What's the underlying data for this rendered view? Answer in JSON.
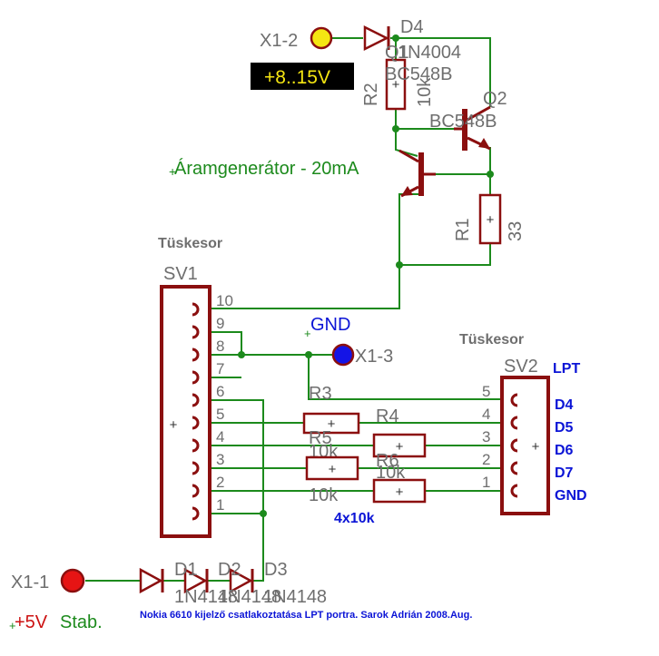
{
  "connectors": {
    "x1_2": {
      "label": "X1-2",
      "color": "#f5e612"
    },
    "x1_3": {
      "label": "X1-3",
      "color": "#1414e6"
    },
    "x1_1": {
      "label": "X1-1",
      "color": "#e61414"
    }
  },
  "supply_box": {
    "text": "+8..15V"
  },
  "gnd_label": "GND",
  "supply_5v": {
    "plus5v": "+5V",
    "stab": "Stab."
  },
  "current_source_label": "Áramgenerátor - 20mA",
  "components": {
    "d4": {
      "name": "D4",
      "value": "1N4004"
    },
    "q1": {
      "name": "Q1",
      "value": "BC548B"
    },
    "q2": {
      "name": "Q2",
      "value": "BC548B"
    },
    "r1": {
      "name": "R1",
      "value": "33"
    },
    "r2": {
      "name": "R2",
      "value": "10k"
    },
    "r3": {
      "name": "R3",
      "value": "10k"
    },
    "r4": {
      "name": "R4",
      "value": "10k"
    },
    "r5": {
      "name": "R5",
      "value": "10k"
    },
    "r6": {
      "name": "R6",
      "value": "10k"
    },
    "d1": {
      "name": "D1",
      "value": "1N4148"
    },
    "d2": {
      "name": "D2",
      "value": "1N4148"
    },
    "d3": {
      "name": "D3",
      "value": "1N4148"
    }
  },
  "sv1": {
    "title": "Tüskesor",
    "name": "SV1",
    "pins": [
      "10",
      "9",
      "8",
      "7",
      "6",
      "5",
      "4",
      "3",
      "2",
      "1"
    ]
  },
  "sv2": {
    "title": "Tüskesor",
    "name": "SV2",
    "pins": [
      "5",
      "4",
      "3",
      "2",
      "1"
    ],
    "lpt_title": "LPT",
    "lpt_pins": [
      "D4",
      "D5",
      "D6",
      "D7",
      "GND"
    ]
  },
  "resistor_note": "4x10k",
  "footer": "Nokia 6610 kijelző csatlakoztatása LPT portra. Sarok Adrián 2008.Aug."
}
